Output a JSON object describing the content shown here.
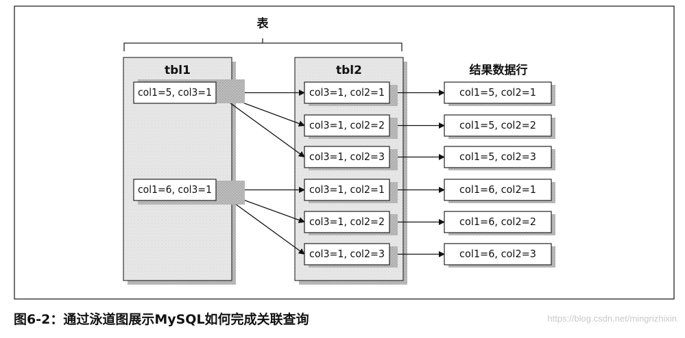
{
  "diagram": {
    "group_label": "表",
    "tbl1": {
      "name": "tbl1",
      "rows": [
        "col1=5, col3=1",
        "col1=6, col3=1"
      ]
    },
    "tbl2": {
      "name": "tbl2",
      "rows": [
        "col3=1, col2=1",
        "col3=1, col2=2",
        "col3=1, col2=3",
        "col3=1, col2=1",
        "col3=1, col2=2",
        "col3=1, col2=3"
      ]
    },
    "result": {
      "title": "结果数据行",
      "rows": [
        "col1=5, col2=1",
        "col1=5, col2=2",
        "col1=5, col2=3",
        "col1=6, col2=1",
        "col1=6, col2=2",
        "col1=6, col2=3"
      ]
    }
  },
  "caption": "图6-2：通过泳道图展示MySQL如何完成关联查询",
  "watermark": "https://blog.csdn.net/mingrizhixin"
}
